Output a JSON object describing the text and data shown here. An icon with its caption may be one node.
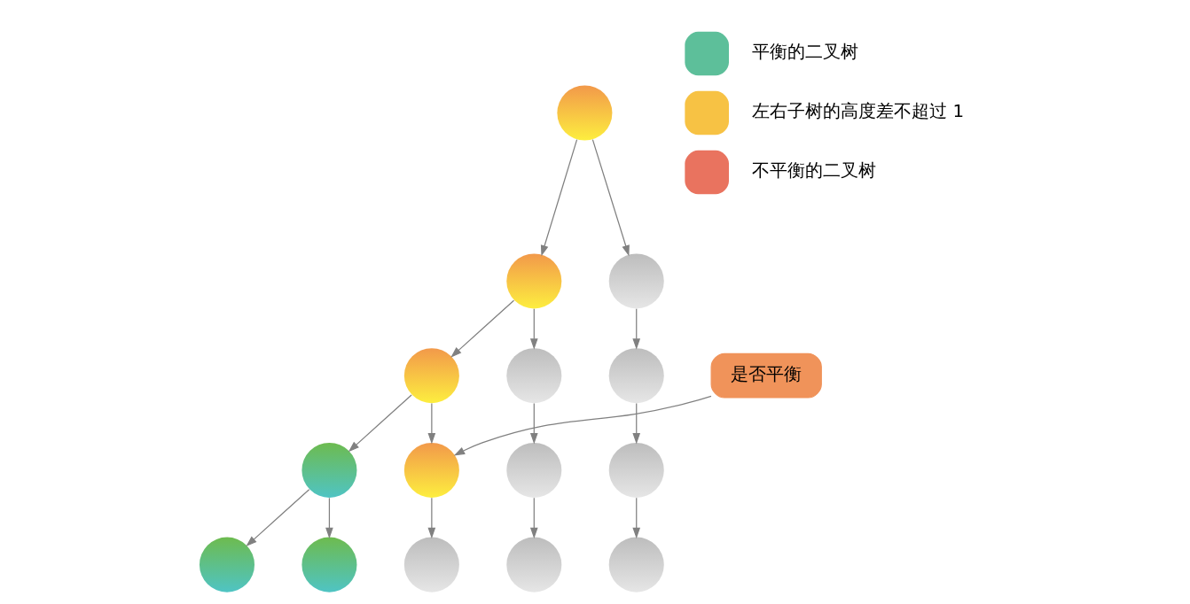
{
  "diagram": {
    "nodes": [
      {
        "text": [],
        "shape": "circle"
      },
      {
        "text": [],
        "shape": "circle"
      },
      {
        "text": [],
        "shape": "circle"
      },
      {
        "text": [],
        "shape": "circle"
      },
      {
        "text": [],
        "shape": "circle"
      },
      {
        "text": [],
        "shape": "circle"
      },
      {
        "text": [
          "是否平衡"
        ]
      },
      {
        "text": [],
        "shape": "circle"
      },
      {
        "text": [],
        "shape": "circle"
      },
      {
        "text": [],
        "shape": "circle"
      },
      {
        "text": [],
        "shape": "circle"
      },
      {
        "text": [],
        "shape": "circle"
      },
      {
        "text": [],
        "shape": "circle"
      },
      {
        "text": [],
        "shape": "circle"
      },
      {
        "text": [],
        "shape": "circle"
      },
      {
        "text": [],
        "shape": "circle"
      }
    ],
    "edges": [
      {
        "from": 0,
        "to": 1,
        "arrow": "to"
      },
      {
        "from": 0,
        "to": 2,
        "arrow": "to"
      },
      {
        "from": 1,
        "to": 3,
        "arrow": "to"
      },
      {
        "from": 1,
        "to": 4,
        "arrow": "to"
      },
      {
        "from": 2,
        "to": 5,
        "arrow": "to"
      },
      {
        "from": 3,
        "to": 7,
        "arrow": "to"
      },
      {
        "from": 3,
        "to": 8,
        "arrow": "to"
      },
      {
        "from": 4,
        "to": 9,
        "arrow": "to"
      },
      {
        "from": 5,
        "to": 10,
        "arrow": "to"
      },
      {
        "from": 6,
        "to": 8,
        "arrow": "to"
      },
      {
        "from": 7,
        "to": 11,
        "arrow": "to"
      },
      {
        "from": 7,
        "to": 12,
        "arrow": "to"
      },
      {
        "from": 8,
        "to": 13,
        "arrow": "to"
      },
      {
        "from": 9,
        "to": 14,
        "arrow": "to"
      },
      {
        "from": 10,
        "to": 15,
        "arrow": "to"
      }
    ],
    "legend": [
      {
        "text": "平衡的二叉树",
        "color": "#5dbf9a"
      },
      {
        "text": "左右子树的高度差不超过 1",
        "color": "#f7c244"
      },
      {
        "text": "不平衡的二叉树",
        "color": "#e9735f"
      }
    ]
  }
}
